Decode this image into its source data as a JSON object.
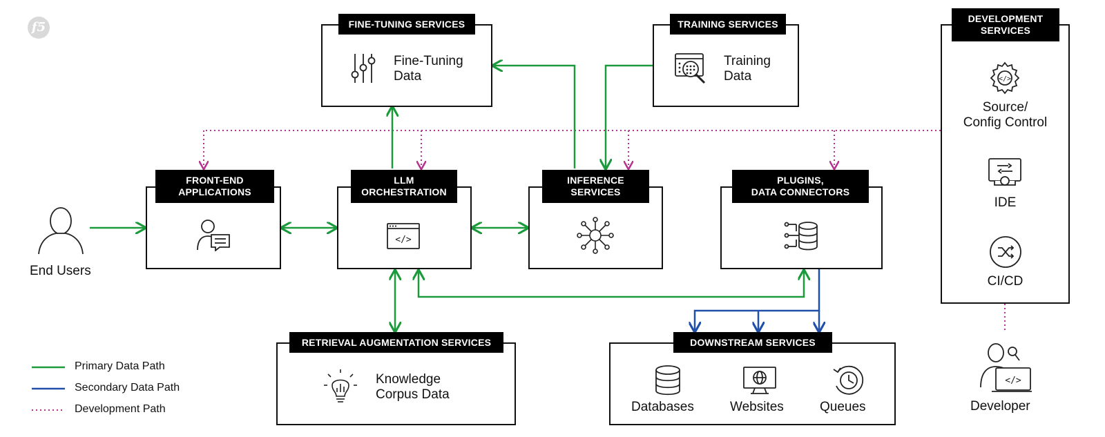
{
  "logo_text": "f5",
  "boxes": {
    "fine_tuning": {
      "header": "FINE-TUNING SERVICES",
      "label": "Fine-Tuning\nData"
    },
    "training": {
      "header": "TRAINING SERVICES",
      "label": "Training\nData"
    },
    "development": {
      "header": "DEVELOPMENT\nSERVICES",
      "items": [
        "Source/\nConfig Control",
        "IDE",
        "CI/CD"
      ]
    },
    "front_end": {
      "header": "FRONT-END\nAPPLICATIONS"
    },
    "llm": {
      "header": "LLM\nORCHESTRATION"
    },
    "inference": {
      "header": "INFERENCE\nSERVICES"
    },
    "plugins": {
      "header": "PLUGINS,\nDATA CONNECTORS"
    },
    "retrieval": {
      "header": "RETRIEVAL AUGMENTATION SERVICES",
      "label": "Knowledge\nCorpus Data"
    },
    "downstream": {
      "header": "DOWNSTREAM SERVICES",
      "items": [
        "Databases",
        "Websites",
        "Queues"
      ]
    }
  },
  "actors": {
    "end_users": "End Users",
    "developer": "Developer"
  },
  "legend": [
    {
      "label": "Primary Data Path",
      "color": "#1a9a3a",
      "style": "solid"
    },
    {
      "label": "Secondary Data Path",
      "color": "#1f4fa8",
      "style": "solid"
    },
    {
      "label": "Development Path",
      "color": "#b5318e",
      "style": "dotted"
    }
  ],
  "colors": {
    "primary": "#1a9a3a",
    "secondary": "#1f4fa8",
    "development": "#b5318e",
    "header_bg": "#000000"
  }
}
